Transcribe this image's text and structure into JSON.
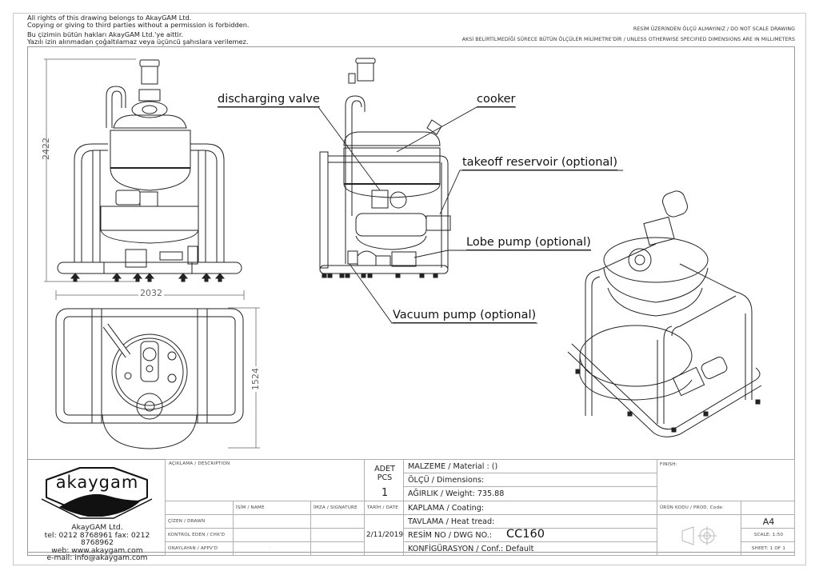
{
  "header": {
    "copyright_en_1": "All rights of this drawing belongs to AkayGAM Ltd.",
    "copyright_en_2": "Copying or giving to third parties without a permission is forbidden.",
    "copyright_tr_1": "Bu çizimin bütün hakları AkayGAM Ltd.'ye aittir.",
    "copyright_tr_2": "Yazılı izin alınmadan çoğaltılamaz veya üçüncü şahıslara verilemez.",
    "note_scale": "RESİM ÜZERİNDEN ÖLÇÜ ALMAYINIZ / DO NOT SCALE DRAWING",
    "note_units": "AKSİ BELİRTİLMEDİĞİ SÜRECE BÜTÜN ÖLÇÜLER MİLİMETRE'DİR / UNLESS OTHERWISE SPECIFIED DIMENSIONS ARE IN MILLIMETERS"
  },
  "drawing": {
    "dimensions": {
      "height": "2422",
      "width_front": "2032",
      "width_top": "2032",
      "depth": "1524"
    },
    "callouts": [
      {
        "id": "discharging-valve",
        "text": "discharging valve"
      },
      {
        "id": "cooker",
        "text": "cooker"
      },
      {
        "id": "takeoff-reservoir",
        "text": "takeoff reservoir (optional)"
      },
      {
        "id": "lobe-pump",
        "text": "Lobe pump (optional)"
      },
      {
        "id": "vacuum-pump",
        "text": "Vacuum pump (optional)"
      }
    ]
  },
  "title_block": {
    "company": {
      "logo_text": "akaygam",
      "name": "AkayGAM Ltd.",
      "phone": "tel: 0212 8768961 fax: 0212 8768962",
      "web": "web: www.akaygam.com",
      "email": "e-mail: info@akaygam.com"
    },
    "description_label": "AÇIKLAMA / DESCRIPTION",
    "name_label": "İSİM / NAME",
    "signature_label": "İMZA / SIGNATURE",
    "date_label": "TARİH / DATE",
    "drawn_label": "ÇİZEN / DRAWN",
    "checked_label": "KONTROL EDEN / CHK'D",
    "approved_label": "ONAYLAYAN / APPV'D",
    "approved_name": "-",
    "date_value": "2/11/2019",
    "qty_label_1": "ADET",
    "qty_label_2": "PCS",
    "qty_value": "1",
    "material": "MALZEME / Material :  ()",
    "dimensions": "ÖLÇÜ / Dimensions:",
    "weight": "AĞIRLIK / Weight: 735.88",
    "coating": "KAPLAMA / Coating:",
    "heat_treat": "TAVLAMA / Heat tread:",
    "dwg_no_label": "RESİM NO / DWG NO.:",
    "dwg_no_value": "CC160",
    "config": "KONFİGÜRASYON / Conf.:  Default",
    "finish_label": "FINISH:",
    "prod_code_label": "ÜRÜN KODU / PROD. Code:",
    "paper_size": "A4",
    "scale": "SCALE: 1:50",
    "sheet": "SHEET: 1 OF 1",
    "projection_icon": "third-angle-projection-icon"
  }
}
